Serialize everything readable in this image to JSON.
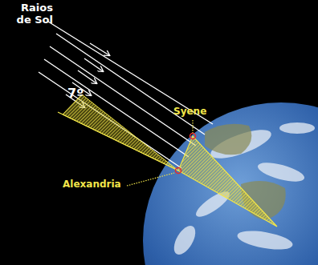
{
  "diagram": {
    "labels": [
      "Raios de Sol",
      "7º",
      "Syene",
      "Alexandria"
    ]
  }
}
